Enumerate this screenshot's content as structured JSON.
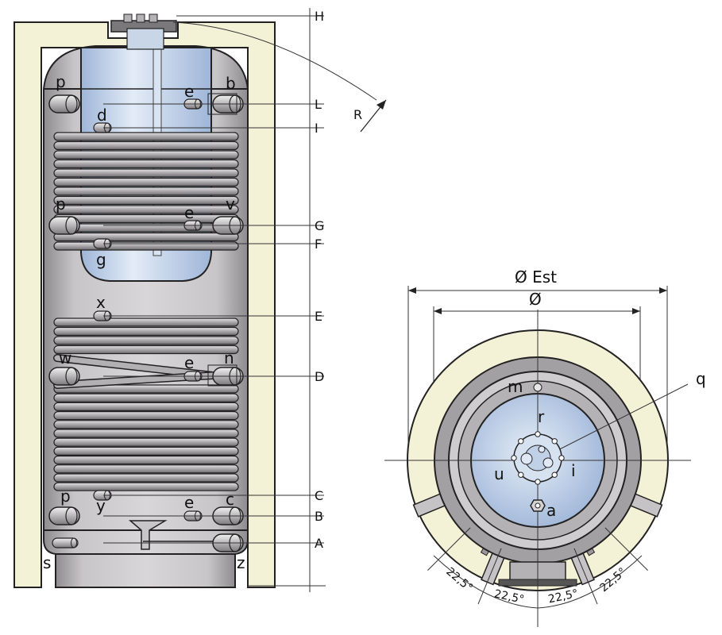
{
  "side_view": {
    "height_markers": [
      "H",
      "L",
      "I",
      "G",
      "F",
      "E",
      "D",
      "C",
      "B",
      "A"
    ],
    "radius_label": "R",
    "connection_labels": {
      "p_top": "p",
      "e_top": "e",
      "b": "b",
      "d": "d",
      "p_mid": "p",
      "e_mid": "e",
      "v": "v",
      "g": "g",
      "x": "x",
      "w": "w",
      "e_low": "e",
      "n": "n",
      "p_bottom": "p",
      "y": "y",
      "e_bottom": "e",
      "c": "c",
      "s": "s",
      "z": "z"
    }
  },
  "top_view": {
    "outer_diameter_label": "Ø Est",
    "inner_diameter_label": "Ø",
    "labels": {
      "q": "q",
      "m": "m",
      "r": "r",
      "u": "u",
      "i": "i",
      "a": "a"
    },
    "angles": [
      "22,5°",
      "22,5°",
      "22,5°",
      "22,5°"
    ]
  },
  "colors": {
    "insulation": "#f4f2d6",
    "tank_body": "#b9b6b9",
    "tank_inner": "#cfcccf",
    "inner_tank": "#c4d6ee",
    "coil": "#a8a5a8",
    "outline": "#222222"
  }
}
